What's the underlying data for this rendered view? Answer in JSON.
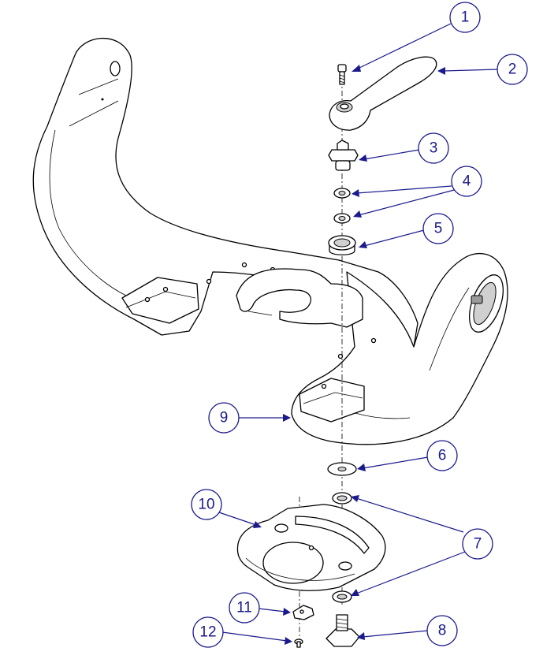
{
  "figure": {
    "type": "exploded-parts-diagram",
    "callouts": [
      {
        "label": "1"
      },
      {
        "label": "2"
      },
      {
        "label": "3"
      },
      {
        "label": "4"
      },
      {
        "label": "5"
      },
      {
        "label": "6"
      },
      {
        "label": "7"
      },
      {
        "label": "8"
      },
      {
        "label": "9"
      },
      {
        "label": "10"
      },
      {
        "label": "11"
      },
      {
        "label": "12"
      }
    ],
    "colors": {
      "callout": "#1a1a8c",
      "line": "#000000",
      "shade": "#d0d0d0"
    }
  }
}
